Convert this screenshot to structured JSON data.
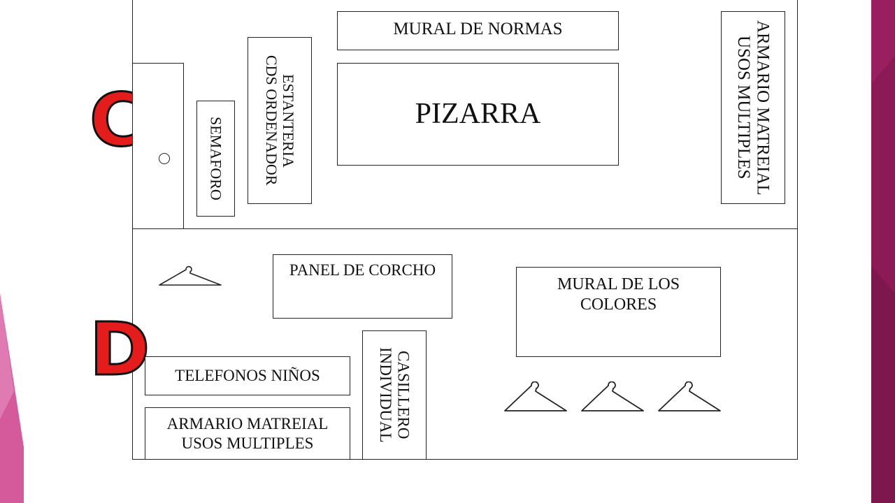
{
  "zones": {
    "upper": "C",
    "lower": "D"
  },
  "labels": {
    "mural_normas": "MURAL DE NORMAS",
    "pizarra": "PIZARRA",
    "armario_top_l1": "ARMARIO MATREIAL",
    "armario_top_l2": "USOS MULTIPLES",
    "estanteria_l1": "ESTANTERIA",
    "estanteria_l2": "CDS ORDENADOR",
    "semaforo": "SEMAFORO",
    "panel_corcho": "PANEL DE CORCHO",
    "mural_colores_l1": "MURAL DE LOS",
    "mural_colores_l2": "COLORES",
    "telefonos": "TELEFONOS NIÑOS",
    "armario_bottom_l1": "ARMARIO MATREIAL",
    "armario_bottom_l2": "USOS MULTIPLES",
    "casillero_l1": "CASILLERO",
    "casillero_l2": "INDIVIDUAL"
  },
  "icons": [
    "hanger-icon",
    "door-knob-icon"
  ],
  "colors": {
    "zone_letter": "#e51c1c",
    "accent_pink": "#d45a9c",
    "accent_magenta": "#8b1a56"
  }
}
